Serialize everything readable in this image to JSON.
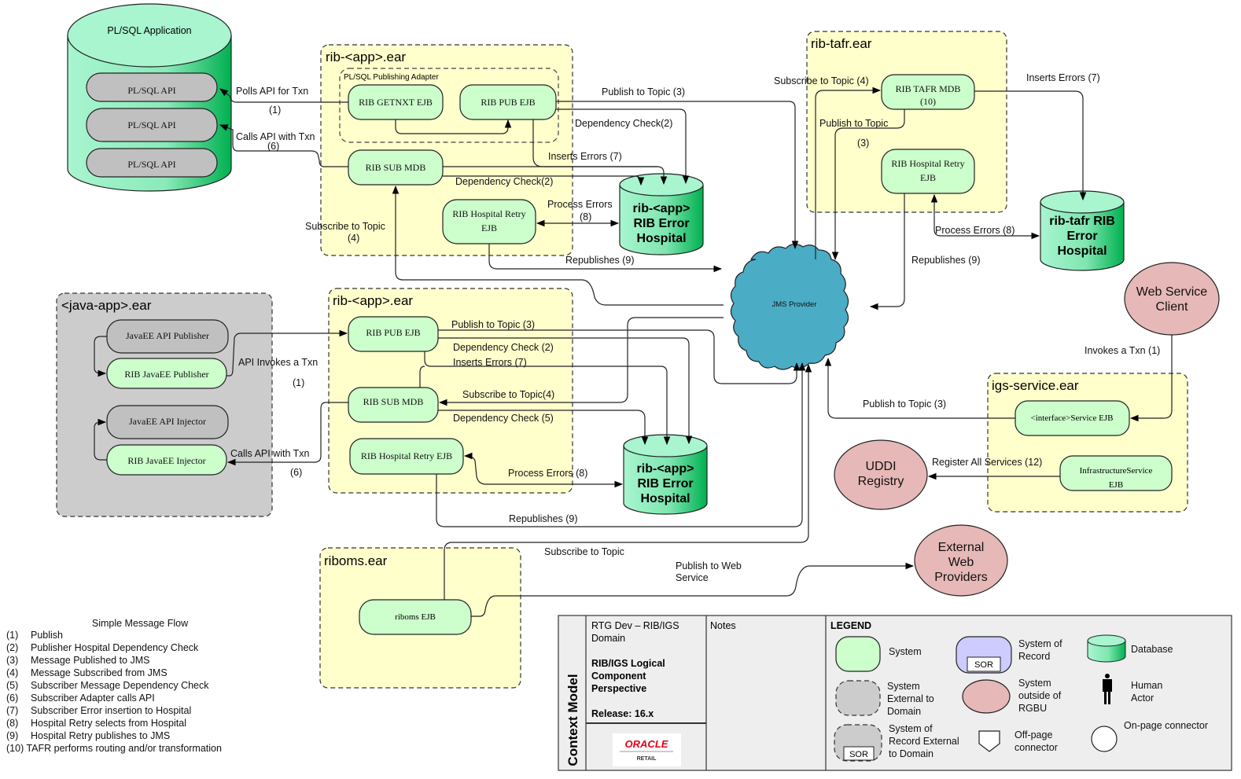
{
  "plsql_app": {
    "title": "PL/SQL Application",
    "apis": [
      "PL/SQL API",
      "PL/SQL API",
      "PL/SQL API"
    ]
  },
  "ear_top": {
    "title": "rib-<app>.ear",
    "adapter_title": "PL/SQL Publishing Adapter",
    "getnxt": "RIB GETNXT EJB",
    "pub": "RIB PUB EJB",
    "sub": "RIB SUB MDB",
    "retry_l1": "RIB Hospital Retry",
    "retry_l2": "EJB"
  },
  "hospital_top": {
    "l1": "rib-<app>",
    "l2": "RIB Error",
    "l3": "Hospital"
  },
  "tafr": {
    "title": "rib-tafr.ear",
    "mdb_l1": "RIB TAFR MDB",
    "mdb_l2": "(10)",
    "retry_l1": "RIB Hospital Retry",
    "retry_l2": "EJB"
  },
  "hospital_tafr": {
    "l1": "rib-tafr RIB",
    "l2": "Error",
    "l3": "Hospital"
  },
  "java_app": {
    "title": "<java-app>.ear",
    "api_publisher": "JavaEE API  Publisher",
    "rib_publisher": "RIB JavaEE Publisher",
    "api_injector": "JavaEE API Injector",
    "rib_injector": "RIB JavaEE Injector"
  },
  "ear_mid": {
    "title": "rib-<app>.ear",
    "pub": "RIB PUB EJB",
    "sub": "RIB SUB MDB",
    "retry": "RIB Hospital Retry EJB"
  },
  "hospital_mid": {
    "l1": "rib-<app>",
    "l2": "RIB Error",
    "l3": "Hospital"
  },
  "jms": {
    "label": "JMS Provider"
  },
  "web_client": {
    "l1": "Web Service",
    "l2": "Client"
  },
  "igs": {
    "title": "igs-service.ear",
    "service": "<interface>Service EJB",
    "infra_l1": "InfrastructureService",
    "infra_l2": "EJB"
  },
  "uddi": {
    "l1": "UDDI",
    "l2": "Registry"
  },
  "riboms": {
    "title": "riboms.ear",
    "ejb": "riboms EJB"
  },
  "ext_web": {
    "l1": "External",
    "l2": "Web",
    "l3": "Providers"
  },
  "edges": {
    "polls": "Polls API for Txn",
    "polls_n": "(1)",
    "calls": "Calls API with Txn",
    "calls_n": "(6)",
    "pub_topic3": "Publish to Topic (3)",
    "dep2a": "Dependency Check(2)",
    "ins7a": "Inserts Errors  (7)",
    "dep2b": "Dependency Check(2)",
    "proc8a": "Process Errors",
    "proc8a_n": "(8)",
    "sub4a": "Subscribe to Topic",
    "sub4a_n": "(4)",
    "repub9a": "Republishes  (9)",
    "tafr_sub4": "Subscribe to Topic (4)",
    "tafr_pub": "Publish to Topic",
    "tafr_pub_n": "(3)",
    "tafr_ins7": "Inserts Errors   (7)",
    "tafr_proc8": "Process Errors   (8)",
    "tafr_repub9": "Republishes  (9)",
    "api_invokes": "API Invokes a Txn",
    "api_invokes_n": "(1)",
    "mid_pub3": "Publish to Topic   (3)",
    "mid_dep2": "Dependency Check (2)",
    "mid_ins7": "Inserts Errors   (7)",
    "mid_sub4": "Subscribe to Topic(4)",
    "mid_dep5": "Dependency Check (5)",
    "mid_calls": "Calls API with Txn",
    "mid_calls_n": "(6)",
    "mid_proc8": "Process Errors (8)",
    "mid_repub9": "Republishes    (9)",
    "invokes1": "Invokes a Txn (1)",
    "igs_pub3": "Publish to Topic   (3)",
    "register12": "Register All Services (12)",
    "riboms_sub": "Subscribe to Topic",
    "pub_web_l1": "Publish to Web",
    "pub_web_l2": "Service"
  },
  "message_flow": {
    "title": "Simple Message Flow",
    "items": [
      {
        "num": "(1)",
        "text": "Publish"
      },
      {
        "num": "(2)",
        "text": "Publisher Hospital Dependency Check"
      },
      {
        "num": "(3)",
        "text": "Message Published to JMS"
      },
      {
        "num": "(4)",
        "text": "Message Subscribed from JMS"
      },
      {
        "num": "(5)",
        "text": "Subscriber Message Dependency Check"
      },
      {
        "num": "(6)",
        "text": "Subscriber Adapter calls API"
      },
      {
        "num": "(7)",
        "text": "Subscriber Error insertion to Hospital"
      },
      {
        "num": "(8)",
        "text": "Hospital Retry selects from Hospital"
      },
      {
        "num": "(9)",
        "text": "Hospital Retry publishes to JMS"
      }
    ],
    "last": "(10) TAFR performs routing and/or transformation"
  },
  "title_block": {
    "side_label": "Context Model",
    "domain_l1": "RTG Dev – RIB/IGS",
    "domain_l2": "Domain",
    "title_l1": "RIB/IGS Logical",
    "title_l2": "Component",
    "title_l3": "Perspective",
    "release": "Release:  16.x",
    "notes": "Notes",
    "logo_top": "ORACLE",
    "logo_bottom": "RETAIL",
    "legend_title": "LEGEND",
    "legend": {
      "system": "System",
      "sor_l1": "System of",
      "sor_l2": "Record",
      "sor_tag": "SOR",
      "database": "Database",
      "ext_l1": "System",
      "ext_l2": "External to",
      "ext_l3": "Domain",
      "outside_l1": "System",
      "outside_l2": "outside of",
      "outside_l3": "RGBU",
      "human_l1": "Human",
      "human_l2": "Actor",
      "sorext_l1": "System of",
      "sorext_l2": "Record External",
      "sorext_l3": "to Domain",
      "offpage_l1": "Off-page",
      "offpage_l2": "connector",
      "onpage": "On-page connector"
    }
  },
  "colors": {
    "system": "#ccffcc",
    "external": "#c0c0c0",
    "ear": "#ffffcc",
    "outside": "#e6b8b7",
    "jms": "#4bacc6",
    "sor": "#ccccff",
    "db_light": "#a8f5d0",
    "db_dark": "#00b050",
    "oracle_red": "#e3001b"
  }
}
